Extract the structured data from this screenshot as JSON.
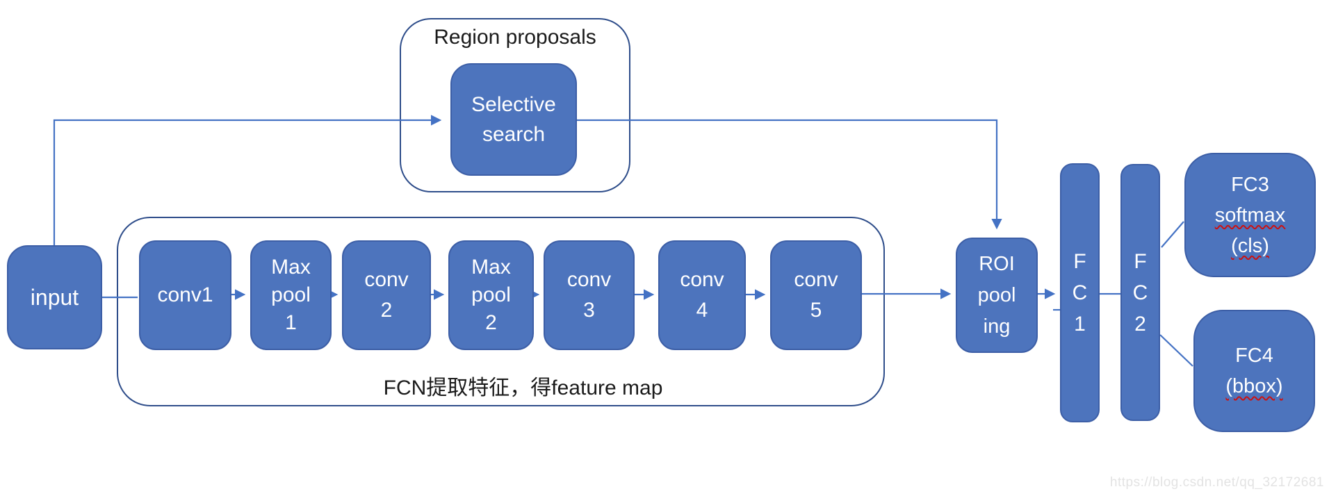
{
  "colors": {
    "box_fill": "#4d74bd",
    "box_border": "#3c5ea6",
    "connector": "#4472c4",
    "container_border": "#2e4d8a",
    "text_dark": "#1a1a1a",
    "text_light": "#ffffff",
    "underline_red": "#cc1111",
    "watermark_gray": "#e3e3e3"
  },
  "containers": {
    "region_proposals": {
      "label": "Region proposals"
    },
    "fcn": {
      "label": "FCN提取特征，得feature map"
    }
  },
  "nodes": {
    "input": {
      "label": "input"
    },
    "selective_search": {
      "label": "Selective\nsearch"
    },
    "conv1": {
      "label": "conv1"
    },
    "maxpool1": {
      "label": "Max\npool\n1"
    },
    "conv2": {
      "label": "conv\n2"
    },
    "maxpool2": {
      "label": "Max\npool\n2"
    },
    "conv3": {
      "label": "conv\n3"
    },
    "conv4": {
      "label": "conv\n4"
    },
    "conv5": {
      "label": "conv\n5"
    },
    "roi_pooling": {
      "label": "ROI\npool\ning"
    },
    "fc1": {
      "label": "F\nC\n1"
    },
    "fc2": {
      "label": "F\nC\n2"
    },
    "fc3": {
      "line1": "FC3",
      "line2": "softmax",
      "line3": "(cls)"
    },
    "fc4": {
      "line1": "FC4",
      "line2": "(bbox)"
    }
  },
  "watermark": "https://blog.csdn.net/qq_32172681"
}
